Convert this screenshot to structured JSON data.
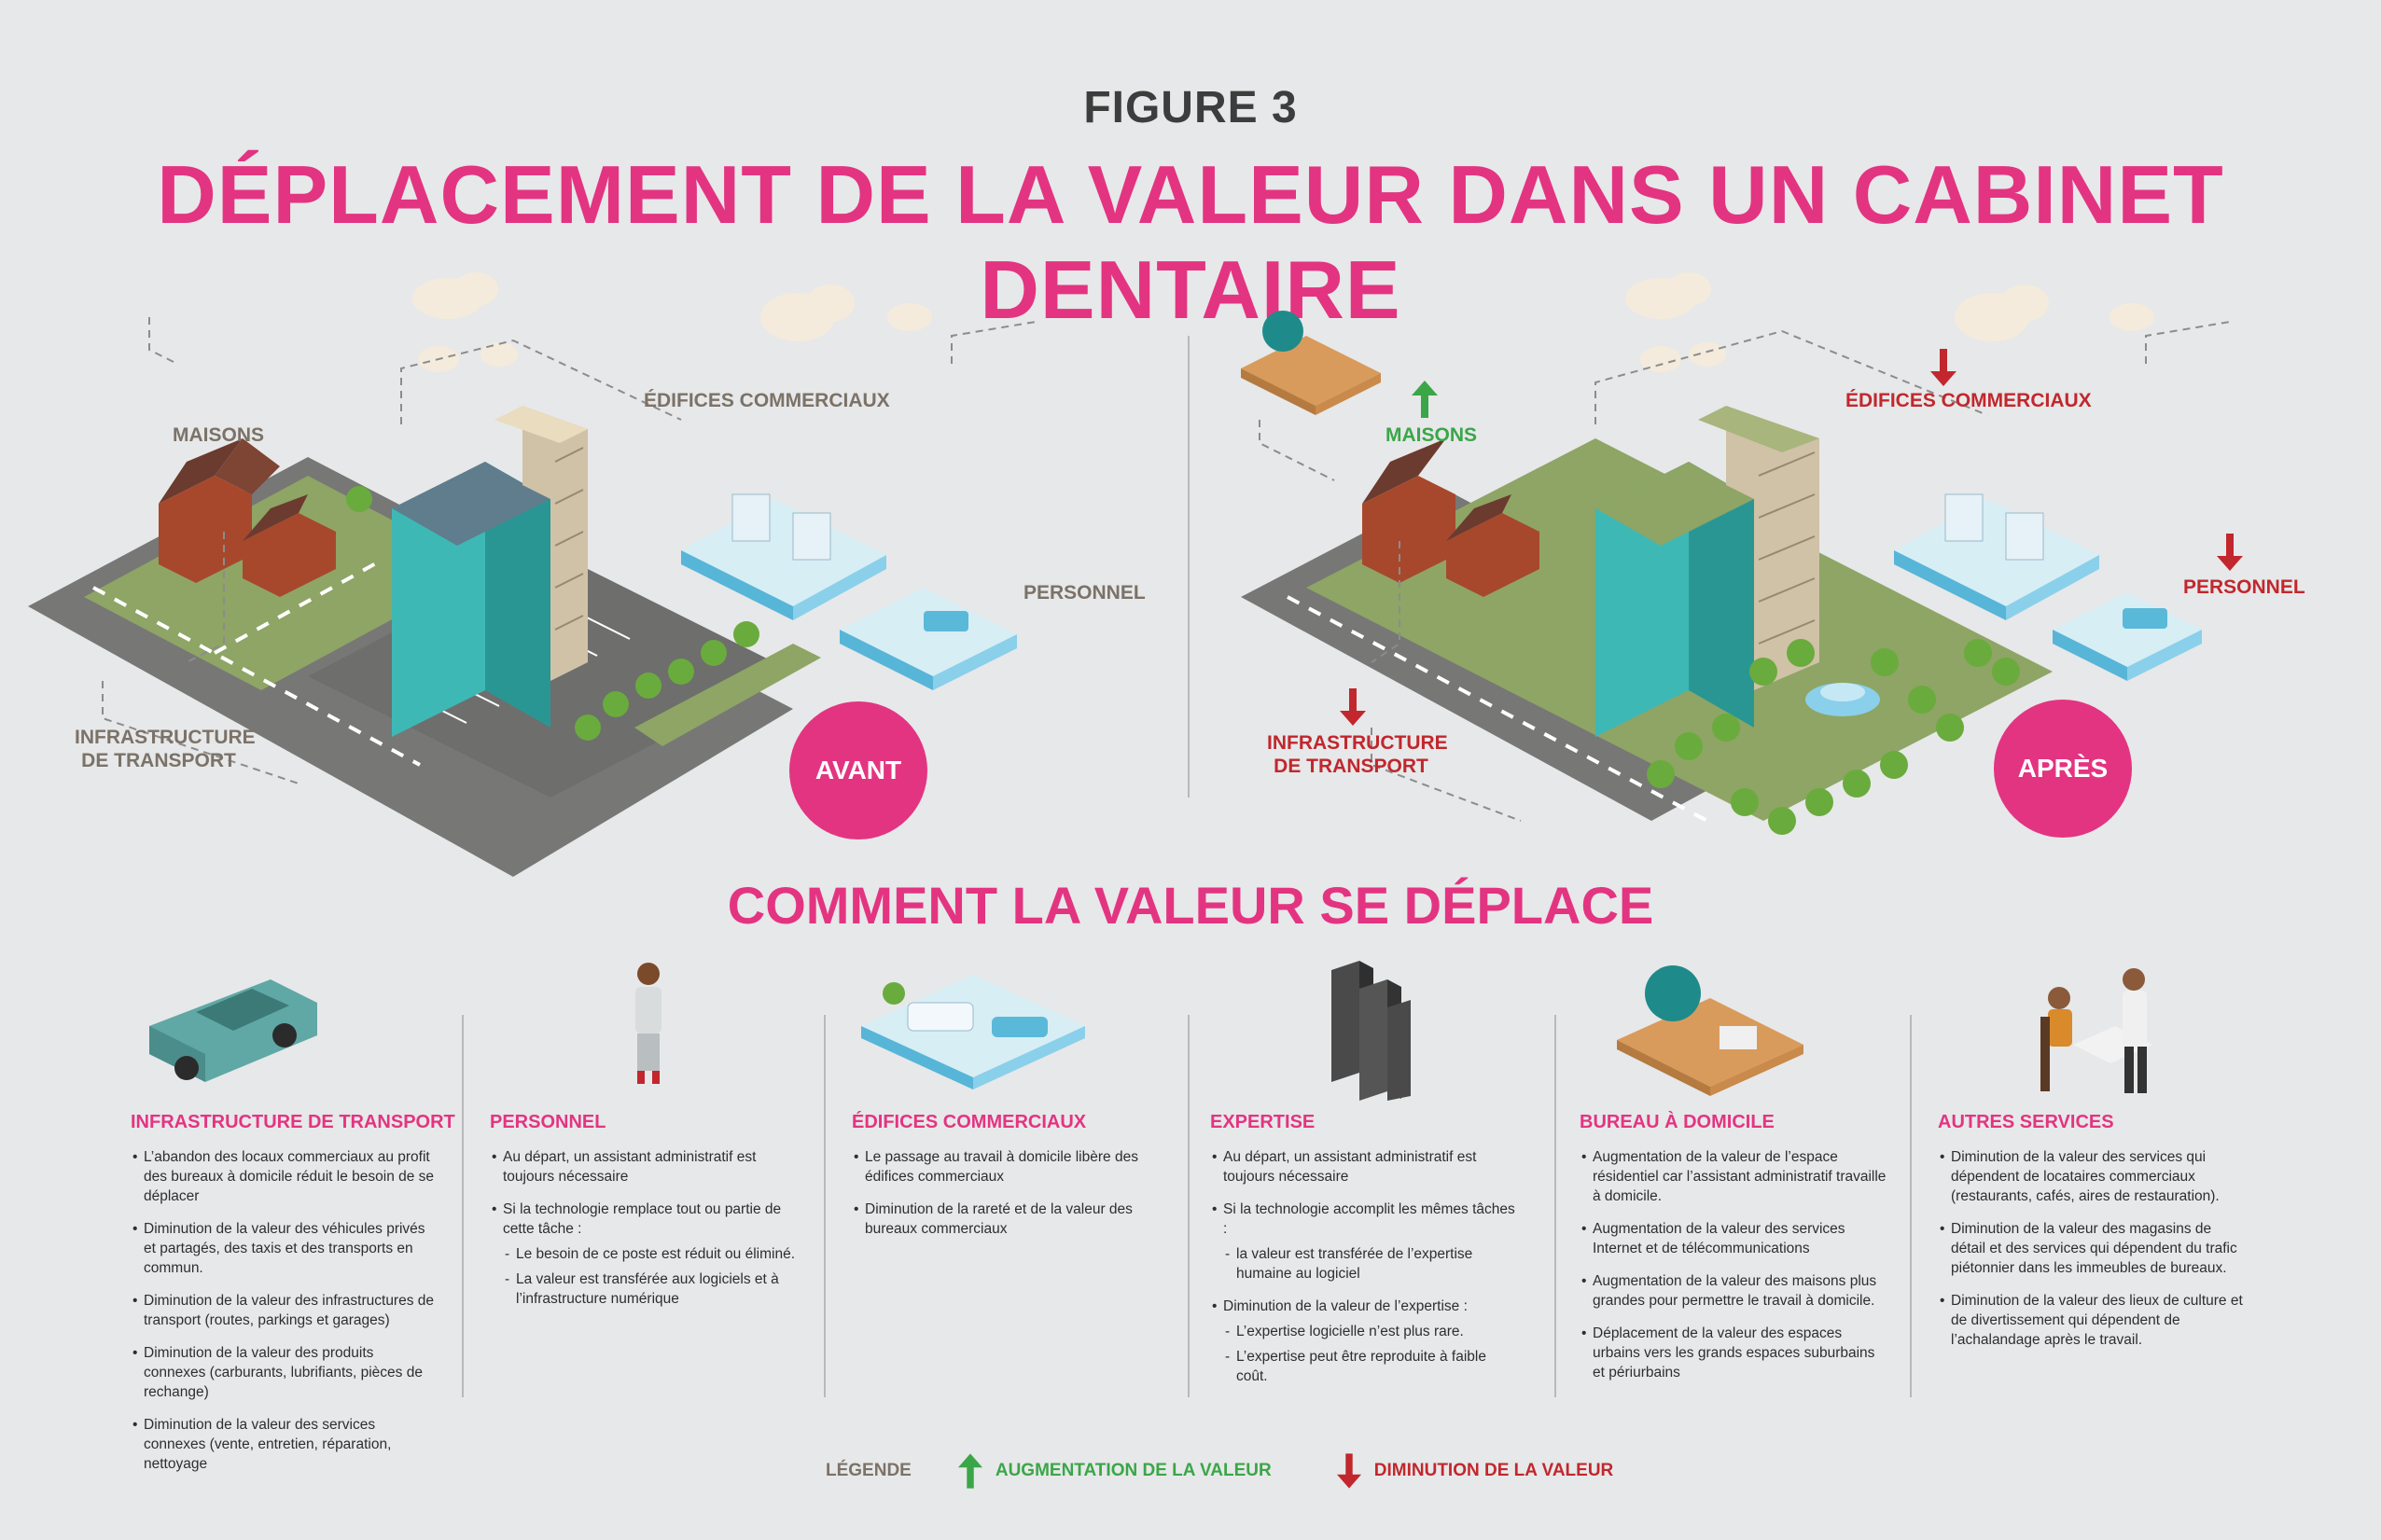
{
  "figure_label": "FIGURE 3",
  "title": "DÉPLACEMENT DE LA VALEUR DANS UN CABINET DENTAIRE",
  "subtitle": "COMMENT LA VALEUR SE DÉPLACE",
  "colors": {
    "accent": "#e33481",
    "increase": "#3aa648",
    "decrease": "#c1272d",
    "label_gray": "#7b7268"
  },
  "before": {
    "badge": "AVANT",
    "labels": {
      "maisons": "MAISONS",
      "edifices": "ÉDIFICES COMMERCIAUX",
      "personnel": "PERSONNEL",
      "infra_line1": "INFRASTRUCTURE",
      "infra_line2": "DE TRANSPORT"
    }
  },
  "after": {
    "badge": "APRÈS",
    "labels": {
      "maisons": "MAISONS",
      "edifices": "ÉDIFICES COMMERCIAUX",
      "personnel": "PERSONNEL",
      "infra_line1": "INFRASTRUCTURE",
      "infra_line2": "DE TRANSPORT"
    },
    "trends": {
      "maisons": "up",
      "edifices": "down",
      "personnel": "down",
      "infra": "down"
    }
  },
  "columns": [
    {
      "icon": "car-icon",
      "title": "INFRASTRUCTURE DE TRANSPORT",
      "items": [
        {
          "text": "L’abandon des locaux commerciaux au profit des bureaux à domicile réduit le besoin de se déplacer",
          "sub": false
        },
        {
          "text": "Diminution de la valeur des véhicules privés et partagés, des taxis et des transports en commun.",
          "sub": false
        },
        {
          "text": "Diminution de la valeur des infrastructures de transport (routes, parkings et garages)",
          "sub": false
        },
        {
          "text": "Diminution de la valeur des produits connexes (carburants, lubrifiants, pièces de rechange)",
          "sub": false
        },
        {
          "text": "Diminution de la valeur des services connexes (vente, entretien, réparation, nettoyage",
          "sub": false
        }
      ]
    },
    {
      "icon": "receptionist-icon",
      "title": "PERSONNEL",
      "items": [
        {
          "text": "Au départ, un assistant administratif est toujours nécessaire",
          "sub": false
        },
        {
          "text": "Si la technologie remplace tout ou partie de cette tâche :",
          "sub": false
        },
        {
          "text": "Le besoin de ce poste est réduit ou éliminé.",
          "sub": true
        },
        {
          "text": "La valeur est transférée aux logiciels et à l’infrastructure numérique",
          "sub": true
        }
      ]
    },
    {
      "icon": "waiting-room-icon",
      "title": "ÉDIFICES COMMERCIAUX",
      "items": [
        {
          "text": "Le passage au travail à domicile libère des édifices commerciaux",
          "sub": false
        },
        {
          "text": "Diminution de la rareté et de la valeur des bureaux commerciaux",
          "sub": false
        }
      ]
    },
    {
      "icon": "server-icon",
      "title": "EXPERTISE",
      "items": [
        {
          "text": "Au départ, un assistant administratif est toujours nécessaire",
          "sub": false
        },
        {
          "text": "Si la technologie accomplit les mêmes tâches :",
          "sub": false
        },
        {
          "text": "la valeur est transférée de l’expertise humaine au logiciel",
          "sub": true
        },
        {
          "text": "Diminution de la valeur de l’expertise :",
          "sub": false
        },
        {
          "text": "L’expertise logicielle n’est plus rare.",
          "sub": true
        },
        {
          "text": "L’expertise peut être reproduite à faible coût.",
          "sub": true
        }
      ]
    },
    {
      "icon": "home-office-icon",
      "title": "BUREAU À DOMICILE",
      "items": [
        {
          "text": "Augmentation de la valeur de l’espace résidentiel car l’assistant administratif travaille à domicile.",
          "sub": false
        },
        {
          "text": "Augmentation de la valeur des services Internet et de télécommunications",
          "sub": false
        },
        {
          "text": "Augmentation de la valeur des maisons plus grandes pour permettre le travail à domicile.",
          "sub": false
        },
        {
          "text": "Déplacement de la valeur des espaces urbains vers les grands espaces suburbains et périurbains",
          "sub": false
        }
      ]
    },
    {
      "icon": "restaurant-icon",
      "title": "AUTRES SERVICES",
      "items": [
        {
          "text": "Diminution de la valeur des services qui dépendent de locataires commerciaux (restaurants, cafés, aires de restauration).",
          "sub": false
        },
        {
          "text": "Diminution de la valeur des magasins de détail et des services qui dépendent du trafic piétonnier dans les immeubles de bureaux.",
          "sub": false
        },
        {
          "text": "Diminution de la valeur des lieux de culture et de divertissement qui dépendent de l’achalandage après le travail.",
          "sub": false
        }
      ]
    }
  ],
  "legend": {
    "label": "LÉGENDE",
    "increase": "AUGMENTATION DE LA VALEUR",
    "decrease": "DIMINUTION DE LA VALEUR"
  }
}
